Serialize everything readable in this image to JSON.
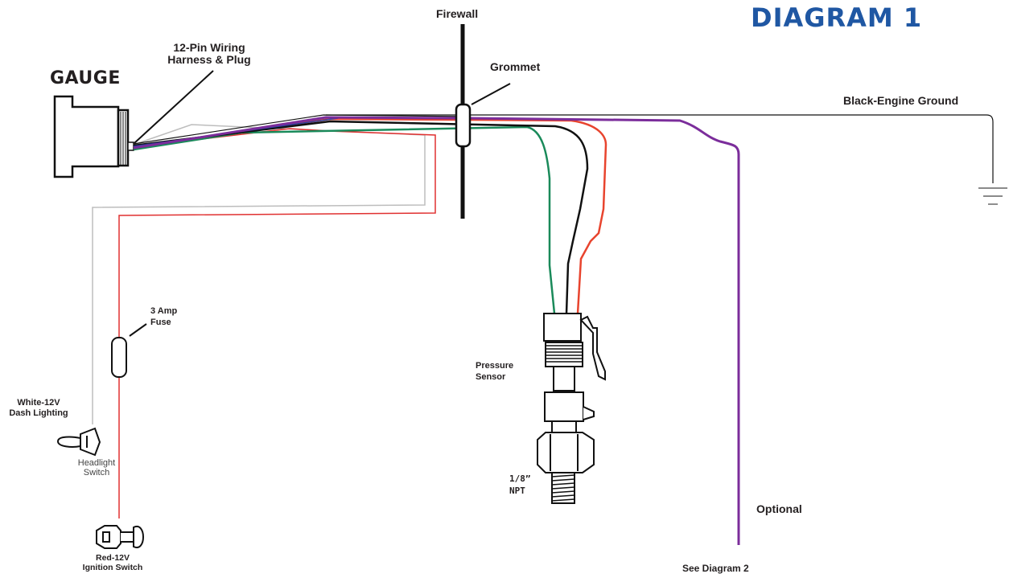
{
  "diagram": {
    "title": "DIAGRAM 1",
    "gauge": "GAUGE",
    "harness": [
      "12-Pin Wiring",
      "Harness & Plug"
    ],
    "firewall": "Firewall",
    "grommet": "Grommet",
    "ground": "Black-Engine Ground",
    "fuse": [
      "3 Amp",
      "Fuse"
    ],
    "dash_lighting": [
      "White-12V",
      "Dash Lighting"
    ],
    "headlight_switch": [
      "Headlight",
      "Switch"
    ],
    "ignition_switch": [
      "Red-12V",
      "Ignition Switch"
    ],
    "pressure_sensor": [
      "Pressure",
      "Sensor"
    ],
    "npt": [
      "1/8”",
      "NPT"
    ],
    "optional": "Optional",
    "see_diagram": "See Diagram 2"
  },
  "colors": {
    "title": "#1f57a3",
    "black_wire": "#111111",
    "red_wire": "#e8442e",
    "green_wire": "#1a8a5a",
    "purple_wire": "#7b2d9b",
    "white_wire": "#bdbdbd",
    "red_thin_wire": "#e03030"
  },
  "icons": [
    "gauge-body-icon",
    "firewall-icon",
    "grommet-icon",
    "ground-symbol-icon",
    "fuse-icon",
    "headlight-switch-icon",
    "ignition-key-icon",
    "pressure-sensor-icon"
  ]
}
